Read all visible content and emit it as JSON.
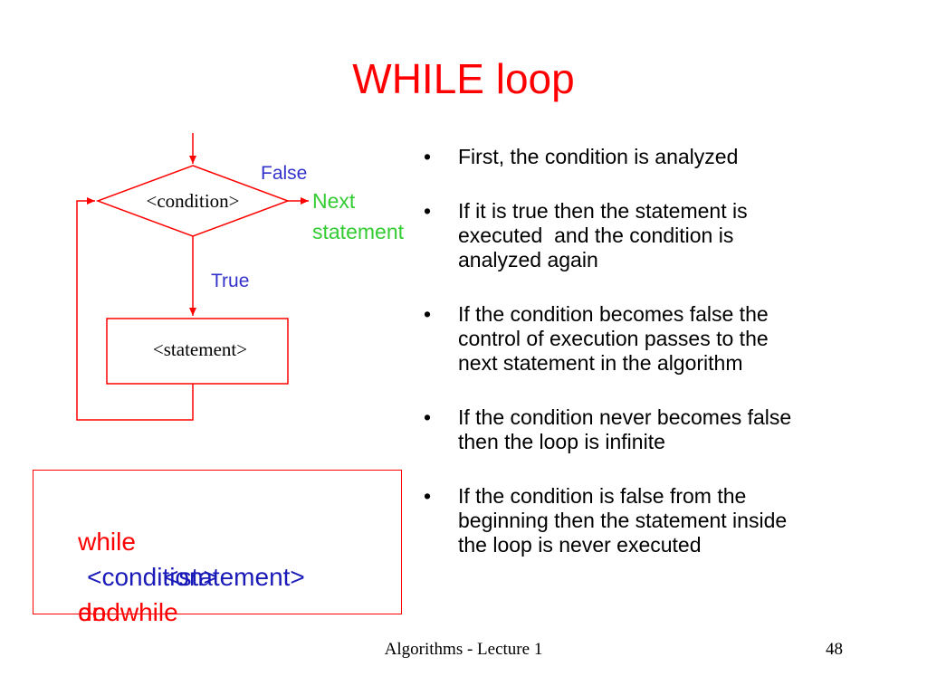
{
  "slide": {
    "title": "WHILE loop"
  },
  "flowchart": {
    "condition": "<condition>",
    "false_label": "False",
    "next_line1": "Next",
    "next_line2": "statement",
    "true_label": "True",
    "statement": "<statement>",
    "colors": {
      "lines": "#ff0000",
      "branch_labels": "#3333cc",
      "next_statement": "#33cc33"
    }
  },
  "bullets": [
    "First, the condition is analyzed",
    [
      "If it is true then the statement is",
      "executed  and the condition is",
      "analyzed again"
    ],
    [
      "If the condition becomes false the",
      "control of execution passes to the",
      "next statement in the algorithm"
    ],
    [
      "If the condition never becomes false",
      "then the loop is infinite"
    ],
    [
      "If the condition is false from the",
      "beginning then the statement inside",
      "the loop is never executed"
    ]
  ],
  "code": {
    "while_kw": "while",
    "condition": "<condition>",
    "do_kw": "do",
    "statement": "<statement>",
    "end_kw": "endwhile"
  },
  "footer": {
    "center": "Algorithms - Lecture 1",
    "page": "48"
  }
}
